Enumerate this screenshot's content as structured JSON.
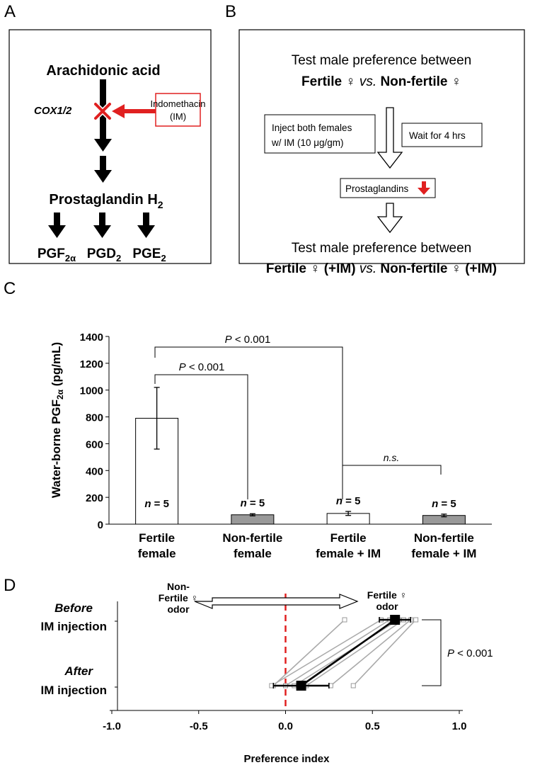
{
  "panel_a": {
    "letter": "A",
    "arachidonic_acid": "Arachidonic acid",
    "cox_label": "COX1/2",
    "inhibitor_line1": "Indomethacin",
    "inhibitor_line2": "(IM)",
    "pgh2_text": "Prostaglandin H",
    "pgh2_sub": "2",
    "products": [
      {
        "base": "PGF",
        "sub": "2α"
      },
      {
        "base": "PGD",
        "sub": "2"
      },
      {
        "base": "PGE",
        "sub": "2"
      }
    ]
  },
  "panel_b": {
    "letter": "B",
    "line1": "Test male preference between",
    "line2_fertile": "Fertile ♀",
    "line2_vs": " vs. ",
    "line2_nonfertile": "Non-fertile ♀",
    "inject_line1": "Inject both females",
    "inject_line2": "w/ IM (10 μg/gm)",
    "wait": "Wait for 4 hrs",
    "prostaglandins": "Prostaglandins",
    "line3": "Test male preference between",
    "line4_fertile": "Fertile ♀ (+IM)",
    "line4_vs": " vs. ",
    "line4_nonfertile": "Non-fertile ♀ (+IM)"
  },
  "panel_c": {
    "letter": "C",
    "p_top_italic": "P",
    "p_top_text": " < 0.001",
    "p_mid_italic": "P",
    "p_mid_text": " < 0.001",
    "ns_label": "n.s.",
    "ylabel_prefix": "Water-borne PGF",
    "ylabel_sub": "2α",
    "ylabel_suffix": " (pg/mL)"
  },
  "panel_d": {
    "letter": "D",
    "before_line1": "Before",
    "before_line2": "IM injection",
    "after_line1": "After",
    "after_line2": "IM injection",
    "nonfertile_line1": "Non-",
    "nonfertile_line2": "Fertile ♀",
    "nonfertile_line3": "odor",
    "fertile_line1": "Fertile ♀",
    "fertile_line2": "odor",
    "p_italic": "P",
    "p_text": " < 0.001"
  },
  "chart_data": [
    {
      "type": "bar",
      "panel": "C",
      "categories": [
        [
          "Fertile",
          "female"
        ],
        [
          "Non-fertile",
          "female"
        ],
        [
          "Fertile",
          "female + IM"
        ],
        [
          "Non-fertile",
          "female + IM"
        ]
      ],
      "values": [
        790,
        70,
        80,
        65
      ],
      "errors": [
        230,
        8,
        15,
        10
      ],
      "n_labels": [
        "n = 5",
        "n = 5",
        "n = 5",
        "n = 5"
      ],
      "bar_colors": [
        "#ffffff",
        "#999999",
        "#ffffff",
        "#999999"
      ],
      "ylim": [
        0,
        1400
      ],
      "yticks": [
        0,
        200,
        400,
        600,
        800,
        1000,
        1200,
        1400
      ],
      "ylabel": "Water-borne PGF2α (pg/mL)"
    },
    {
      "type": "scatter",
      "panel": "D",
      "xlabel": "Preference index",
      "xlim": [
        -1.0,
        1.0
      ],
      "xticks": [
        "-1.0",
        "-0.5",
        "0.0",
        "0.5",
        "1.0"
      ],
      "xtick_values": [
        -1.0,
        -0.5,
        0.0,
        0.5,
        1.0
      ],
      "reference_line_x": 0,
      "reference_color": "#e02020",
      "individual_pairs": [
        {
          "before": 0.34,
          "after": -0.07
        },
        {
          "before": 0.55,
          "after": -0.08
        },
        {
          "before": 0.6,
          "after": 0.0
        },
        {
          "before": 0.65,
          "after": 0.05
        },
        {
          "before": 0.68,
          "after": 0.12
        },
        {
          "before": 0.72,
          "after": 0.26
        },
        {
          "before": 0.75,
          "after": 0.39
        }
      ],
      "mean": {
        "before": 0.63,
        "after": 0.09
      },
      "sem": {
        "before": 0.09,
        "after": 0.16
      }
    }
  ]
}
